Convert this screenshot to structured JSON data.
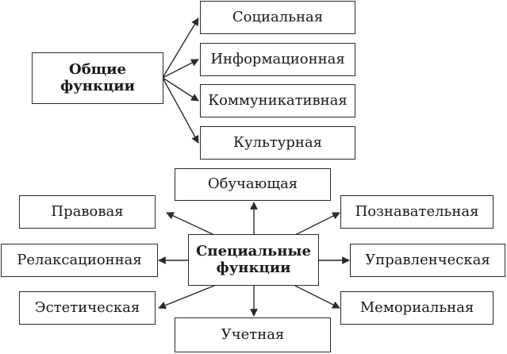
{
  "general": {
    "title_line1": "Общие",
    "title_line2": "функции",
    "items": [
      "Социальная",
      "Информационная",
      "Коммуникативная",
      "Культурная"
    ]
  },
  "special": {
    "title_line1": "Специальные",
    "title_line2": "функции",
    "items": {
      "top": "Обучающая",
      "top_left": "Правовая",
      "top_right": "Познавательная",
      "left": "Релаксационная",
      "right": "Управленческая",
      "bottom_left": "Эстетическая",
      "bottom_right": "Мемориальная",
      "bottom": "Учетная"
    }
  },
  "colors": {
    "line": "#2a2a2a",
    "text": "#1a1a1a",
    "background": "#ffffff"
  }
}
